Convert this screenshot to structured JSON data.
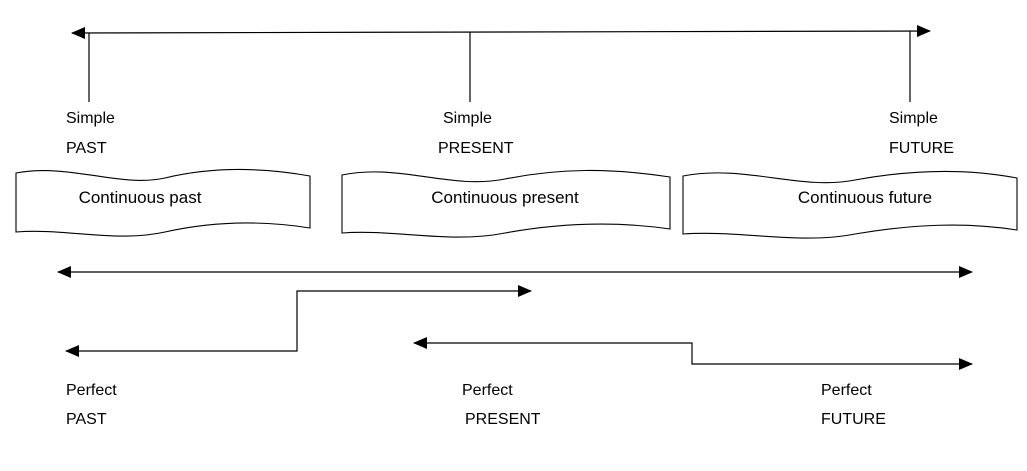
{
  "simple": {
    "past": {
      "line1": "Simple",
      "line2": "PAST"
    },
    "present": {
      "line1": "Simple",
      "line2": "PRESENT"
    },
    "future": {
      "line1": "Simple",
      "line2": "FUTURE"
    }
  },
  "continuous": {
    "past": "Continuous past",
    "present": "Continuous present",
    "future": "Continuous future"
  },
  "perfect": {
    "past": {
      "line1": "Perfect",
      "line2": "PAST"
    },
    "present": {
      "line1": "Perfect",
      "line2": "PRESENT"
    },
    "future": {
      "line1": "Perfect",
      "line2": "FUTURE"
    }
  },
  "colors": {
    "stroke": "#000000",
    "background": "#ffffff"
  }
}
